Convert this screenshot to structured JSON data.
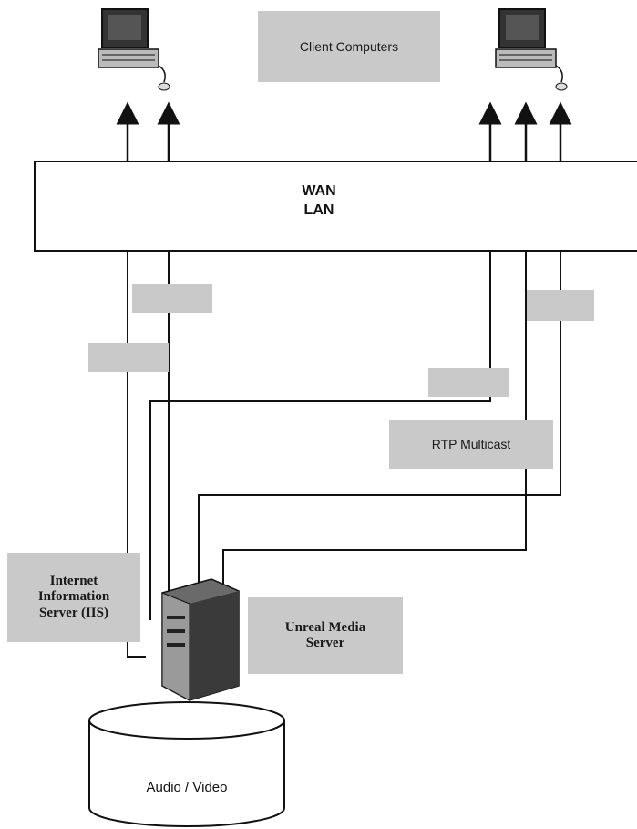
{
  "labels": {
    "client_computers": "Client Computers",
    "wan": "WAN",
    "lan": "LAN",
    "rtp_multicast": "RTP Multicast",
    "iis_line1": "Internet",
    "iis_line2": "Information",
    "iis_line3": "Server (IIS)",
    "media_server_line1": "Unreal Media",
    "media_server_line2": "Server",
    "storage": "Audio / Video"
  },
  "colors": {
    "label_box": "#c9c9c9",
    "line": "#111111"
  },
  "icons": {
    "client_left": "desktop-computer-icon",
    "client_right": "desktop-computer-icon",
    "server": "server-tower-icon",
    "storage": "database-cylinder-icon"
  }
}
